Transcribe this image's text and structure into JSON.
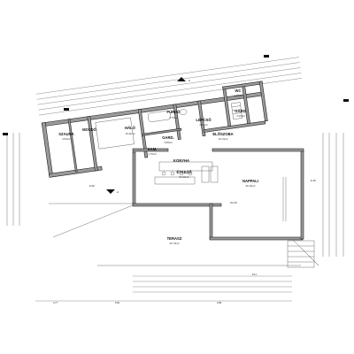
{
  "rooms": [
    {
      "name": "SZAUNA",
      "area": "6.84m2"
    },
    {
      "name": "MOSDÓ",
      "area": ""
    },
    {
      "name": "HÁLÓ",
      "area": "15.41m2"
    },
    {
      "name": "FÜRDŐ",
      "area": "6.79m2"
    },
    {
      "name": "WC",
      "area": "1.69m2"
    },
    {
      "name": "LÉPCSŐ",
      "area": "4.91m2"
    },
    {
      "name": "GARD.",
      "area": "3.68m2"
    },
    {
      "name": "GARD.",
      "area": "2.15m2"
    },
    {
      "name": "ELŐSZOBA",
      "area": "10.14m2"
    },
    {
      "name": "KAM.",
      "area": "1.70m2"
    },
    {
      "name": "KONYHA",
      "area": ""
    },
    {
      "name": "ÉTKEZŐ",
      "area": "21.63m2"
    },
    {
      "name": "NAPPALI",
      "area": "36.16m2"
    },
    {
      "name": "TERASZ",
      "area": "30.70m2"
    }
  ],
  "annotations": {
    "section_a": "A",
    "level_left": "-0.20",
    "level_right": "-0.15",
    "level_living": "±0.00",
    "dim_main": "8.11",
    "dim_bottom_1": "4.77",
    "dim_bottom_2": "5.90",
    "dim_bottom_3": "2.88"
  }
}
